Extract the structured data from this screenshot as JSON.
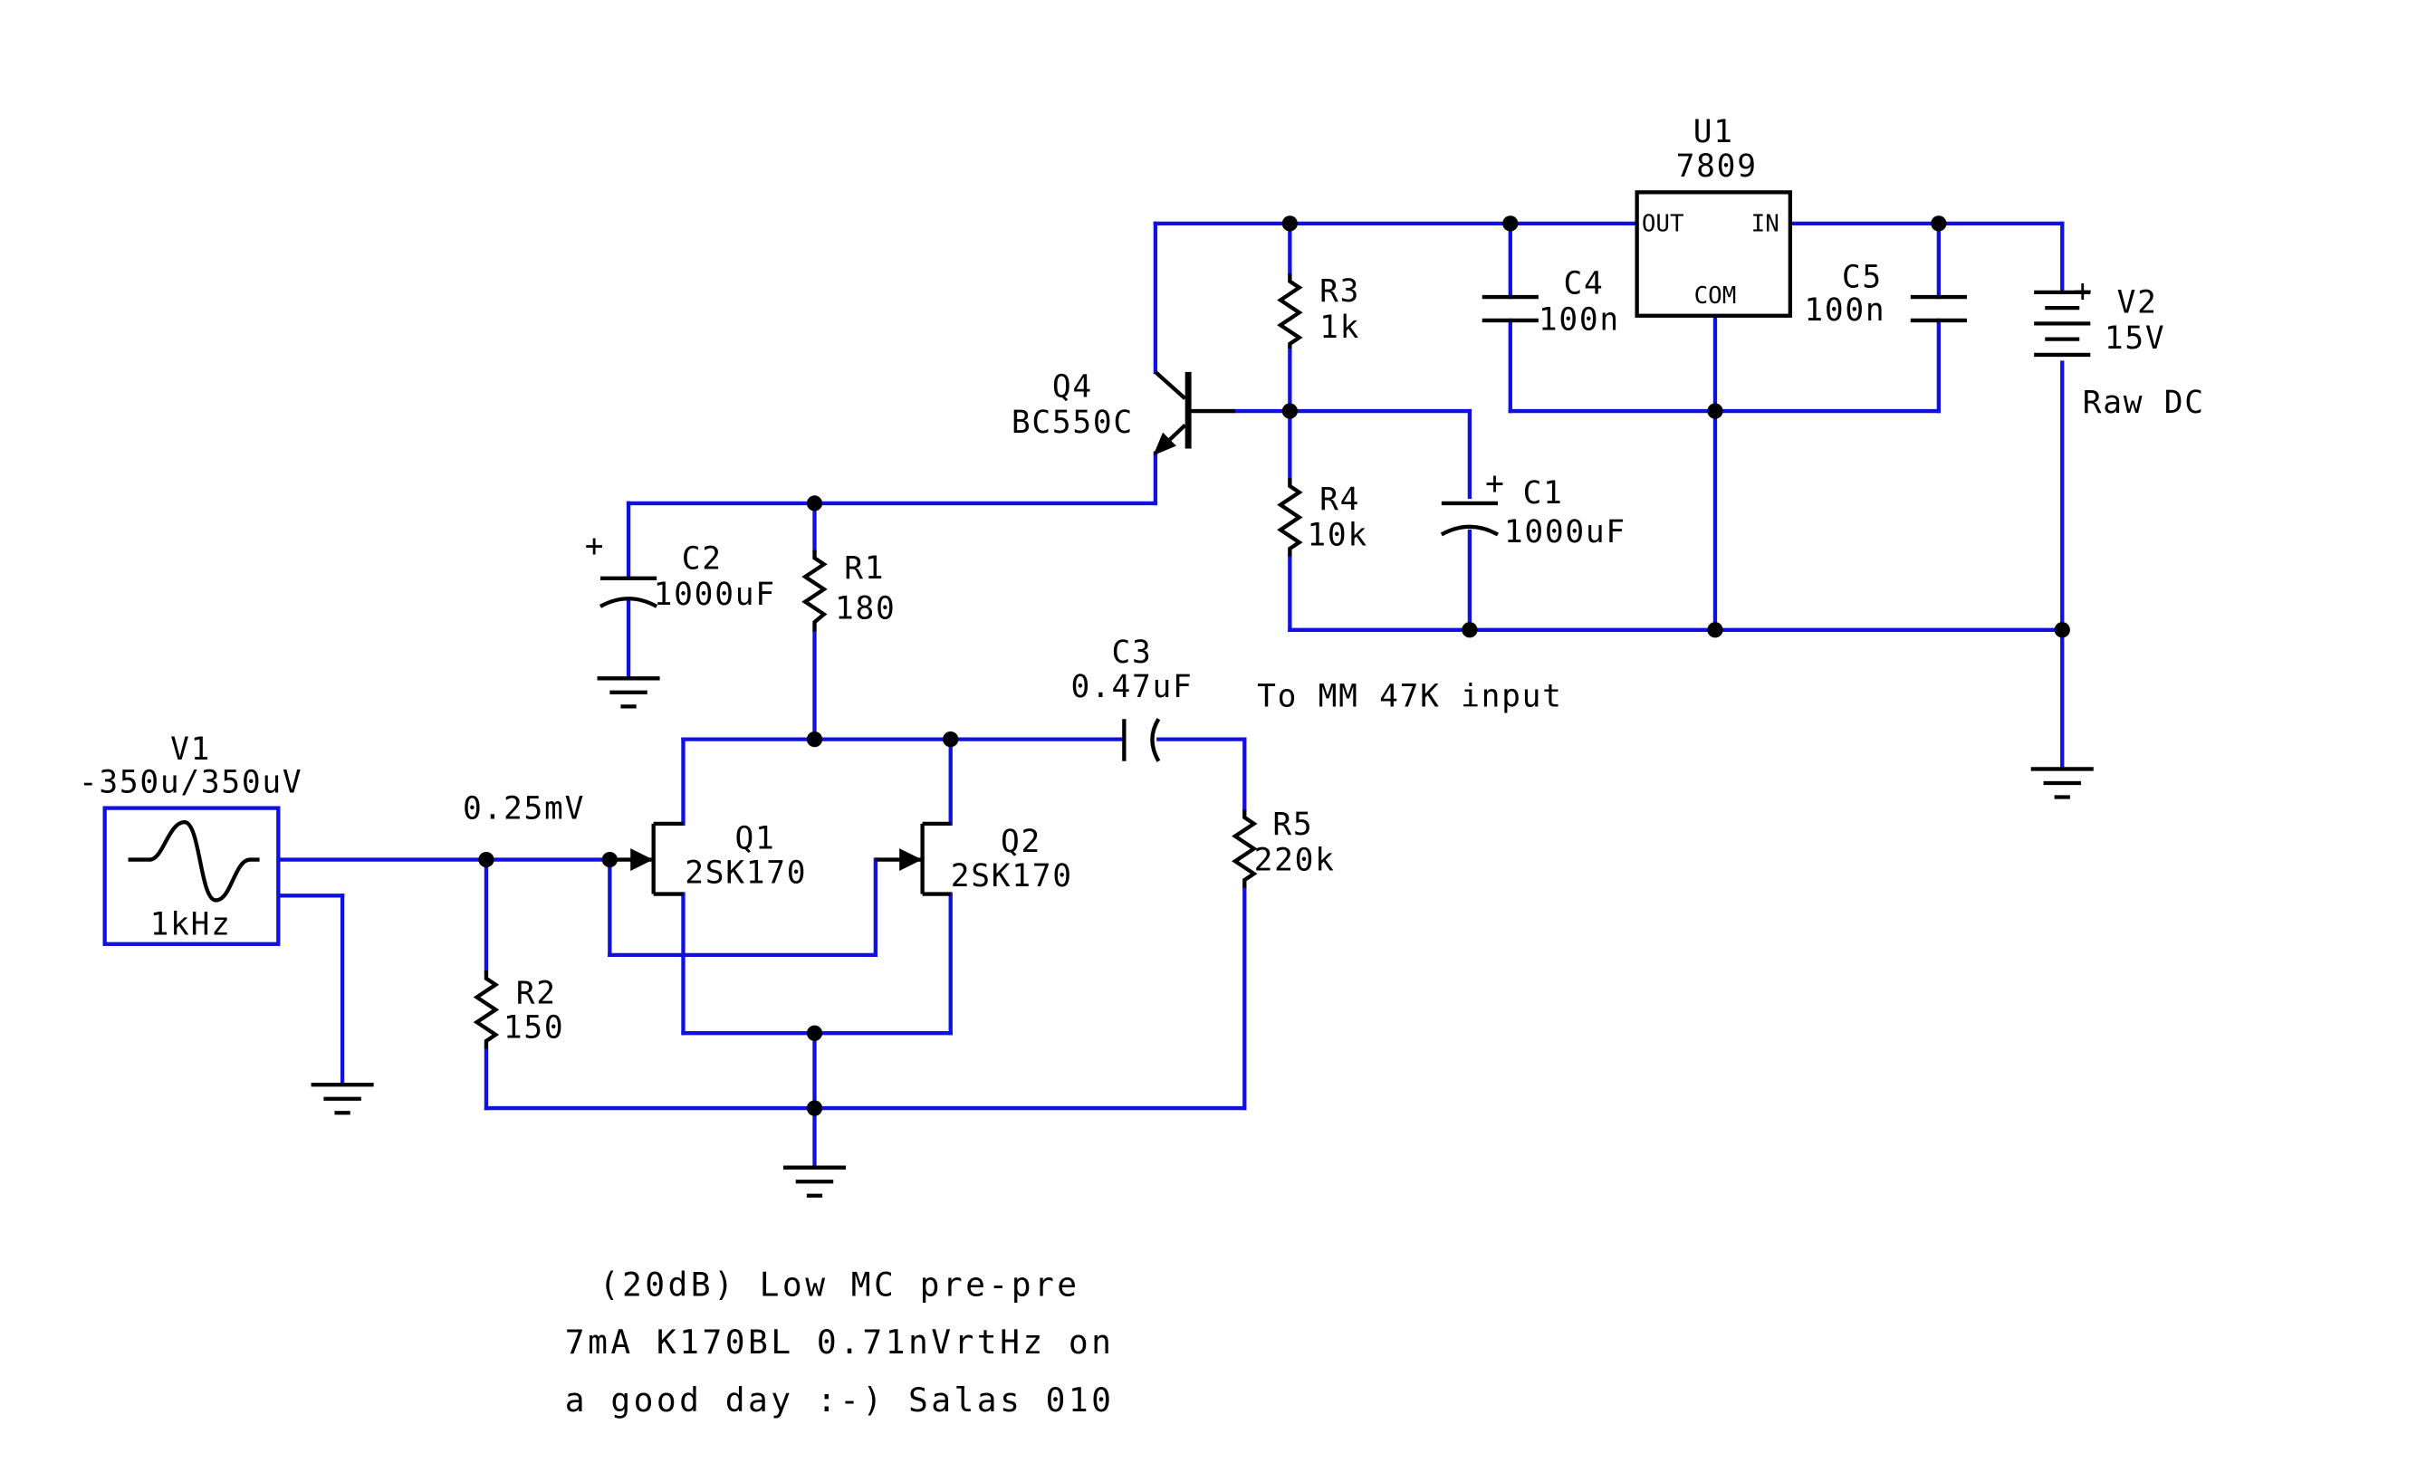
{
  "colors": {
    "wire": "#1010e0",
    "component": "#000000",
    "background": "#ffffff"
  },
  "components": {
    "v1": {
      "ref": "V1",
      "value": "-350u/350uV",
      "freq": "1kHz"
    },
    "v2": {
      "ref": "V2",
      "value": "15V",
      "plus": "+",
      "note": "Raw DC"
    },
    "u1": {
      "ref": "U1",
      "part": "7809",
      "pin_out": "OUT",
      "pin_in": "IN",
      "pin_com": "COM"
    },
    "q1": {
      "ref": "Q1",
      "part": "2SK170"
    },
    "q2": {
      "ref": "Q2",
      "part": "2SK170"
    },
    "q4": {
      "ref": "Q4",
      "part": "BC550C"
    },
    "r1": {
      "ref": "R1",
      "value": "180"
    },
    "r2": {
      "ref": "R2",
      "value": "150"
    },
    "r3": {
      "ref": "R3",
      "value": "1k"
    },
    "r4": {
      "ref": "R4",
      "value": "10k"
    },
    "r5": {
      "ref": "R5",
      "value": "220k"
    },
    "c1": {
      "ref": "C1",
      "value": "1000uF",
      "plus": "+"
    },
    "c2": {
      "ref": "C2",
      "value": "1000uF",
      "plus": "+"
    },
    "c3": {
      "ref": "C3",
      "value": "0.47uF"
    },
    "c4": {
      "ref": "C4",
      "value": "100n"
    },
    "c5": {
      "ref": "C5",
      "value": "100n"
    }
  },
  "annotations": {
    "input_level": "0.25mV",
    "output_note": "To MM 47K input"
  },
  "caption": {
    "line1": "(20dB) Low MC pre-pre",
    "line2": "7mA K170BL 0.71nVrtHz on",
    "line3": "a good day :-) Salas 010"
  }
}
